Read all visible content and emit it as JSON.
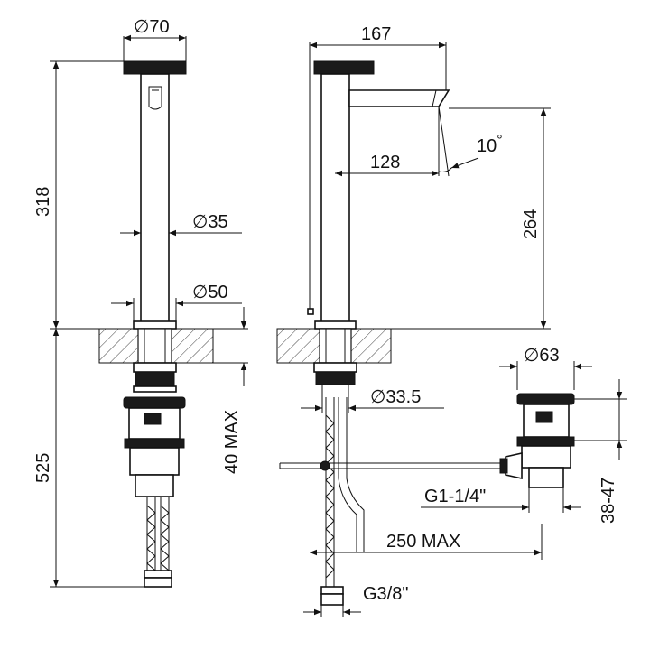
{
  "dimensions": {
    "top_diameter": "70",
    "body_diameter": "35",
    "base_diameter": "50",
    "total_height_above": "318",
    "total_height_below": "525",
    "deck_thickness": "40 MAX",
    "spout_projection": "167",
    "spout_reach": "128",
    "spout_angle": "10",
    "spout_height": "264",
    "shank_diameter": "33.5",
    "waste_diameter": "63",
    "waste_thread": "G1-1/4\"",
    "waste_height": "38-47",
    "rod_length": "250 MAX",
    "hose_thread": "G3/8\""
  },
  "symbols": {
    "diameter": "∅",
    "degree": "°"
  }
}
